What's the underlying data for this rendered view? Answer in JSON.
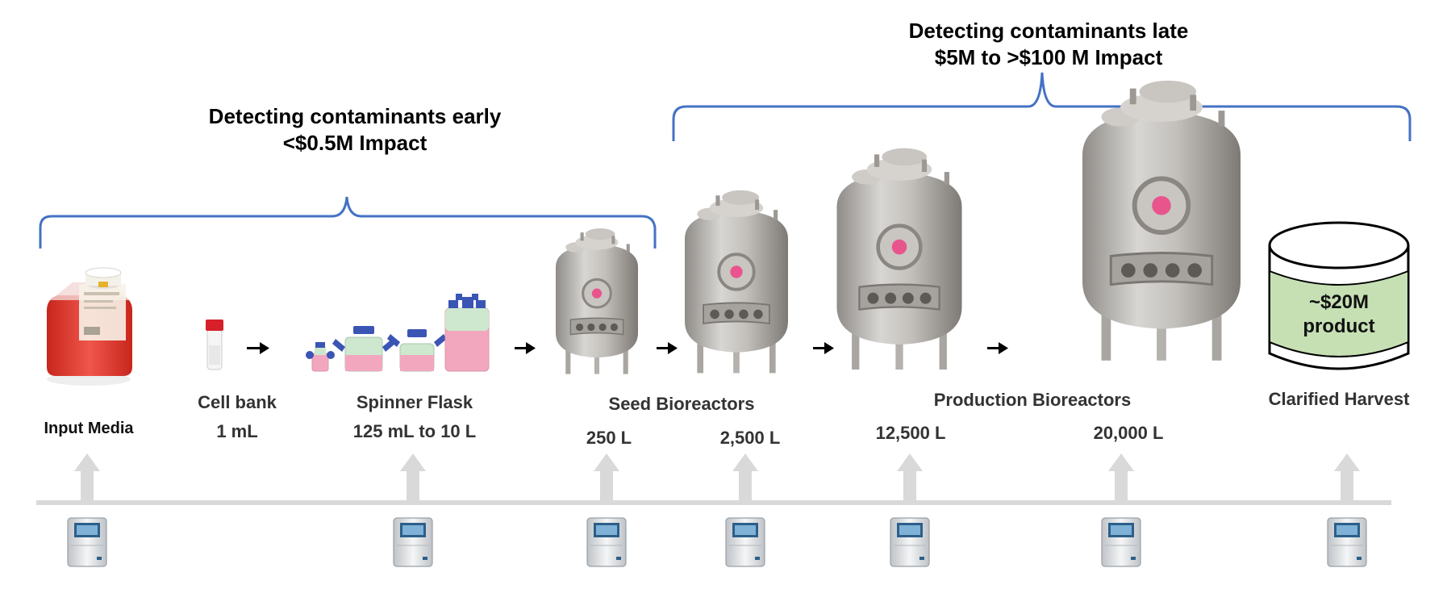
{
  "annotations": {
    "early": {
      "line1": "Detecting contaminants early",
      "line2": "<$0.5M Impact"
    },
    "late": {
      "line1": "Detecting contaminants late",
      "line2": "$5M to >$100 M Impact"
    }
  },
  "stages": {
    "input_media": {
      "label": "Input Media"
    },
    "cell_bank": {
      "label": "Cell bank",
      "volume": "1 mL"
    },
    "spinner_flask": {
      "label": "Spinner Flask",
      "volume": "125 mL to 10 L"
    },
    "seed_bioreactors": {
      "label": "Seed Bioreactors",
      "volumes": [
        "250 L",
        "2,500 L"
      ]
    },
    "production_bioreactors": {
      "label": "Production Bioreactors",
      "volumes": [
        "12,500 L",
        "20,000 L"
      ]
    },
    "clarified_harvest": {
      "label": "Clarified Harvest",
      "product_line1": "~$20M",
      "product_line2": "product"
    }
  },
  "colors": {
    "bracket": "#4472c4",
    "arrow_light": "#d9d9d9",
    "flow_arrow": "#000000",
    "product_fill": "#c6e0b4",
    "media_red": "#e0443a",
    "flask_pink": "#f2a7bf",
    "tank_gray": "#bdbab7",
    "sight_glass": "#e8558c"
  },
  "icons": [
    "media-bottle-icon",
    "vial-icon",
    "spinner-flask-icon",
    "bioreactor-icon",
    "harvest-drum-icon",
    "analyzer-instrument-icon"
  ]
}
